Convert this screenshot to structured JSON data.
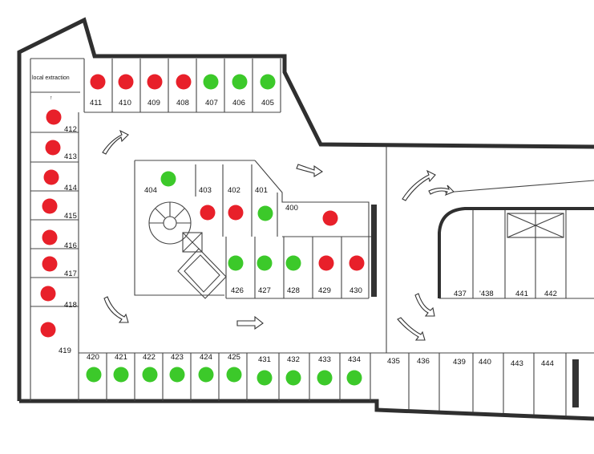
{
  "colors": {
    "occupied": "#e8202a",
    "available": "#3cc92a",
    "wall": "#2f2f2f"
  },
  "room_label": "local extraction",
  "spots": [
    {
      "id": "411",
      "status": "occupied"
    },
    {
      "id": "410",
      "status": "occupied"
    },
    {
      "id": "409",
      "status": "occupied"
    },
    {
      "id": "408",
      "status": "occupied"
    },
    {
      "id": "407",
      "status": "available"
    },
    {
      "id": "406",
      "status": "available"
    },
    {
      "id": "405",
      "status": "available"
    },
    {
      "id": "412",
      "status": "occupied"
    },
    {
      "id": "413",
      "status": "occupied"
    },
    {
      "id": "414",
      "status": "occupied"
    },
    {
      "id": "415",
      "status": "occupied"
    },
    {
      "id": "416",
      "status": "occupied"
    },
    {
      "id": "417",
      "status": "occupied"
    },
    {
      "id": "418",
      "status": "occupied"
    },
    {
      "id": "419",
      "status": "occupied"
    },
    {
      "id": "404",
      "status": "available"
    },
    {
      "id": "403",
      "status": "occupied"
    },
    {
      "id": "402",
      "status": "occupied"
    },
    {
      "id": "401",
      "status": "available"
    },
    {
      "id": "400",
      "status": "occupied"
    },
    {
      "id": "426",
      "status": "available"
    },
    {
      "id": "427",
      "status": "available"
    },
    {
      "id": "428",
      "status": "available"
    },
    {
      "id": "429",
      "status": "occupied"
    },
    {
      "id": "430",
      "status": "occupied"
    },
    {
      "id": "420",
      "status": "available"
    },
    {
      "id": "421",
      "status": "available"
    },
    {
      "id": "422",
      "status": "available"
    },
    {
      "id": "423",
      "status": "available"
    },
    {
      "id": "424",
      "status": "available"
    },
    {
      "id": "425",
      "status": "available"
    },
    {
      "id": "431",
      "status": "available"
    },
    {
      "id": "432",
      "status": "available"
    },
    {
      "id": "433",
      "status": "available"
    },
    {
      "id": "434",
      "status": "available"
    },
    {
      "id": "435",
      "status": "none"
    },
    {
      "id": "436",
      "status": "none"
    },
    {
      "id": "439",
      "status": "none"
    },
    {
      "id": "440",
      "status": "none"
    },
    {
      "id": "443",
      "status": "none"
    },
    {
      "id": "444",
      "status": "none"
    },
    {
      "id": "437",
      "status": "none"
    },
    {
      "id": "'438",
      "status": "none"
    },
    {
      "id": "441",
      "status": "none"
    },
    {
      "id": "442",
      "status": "none"
    }
  ]
}
